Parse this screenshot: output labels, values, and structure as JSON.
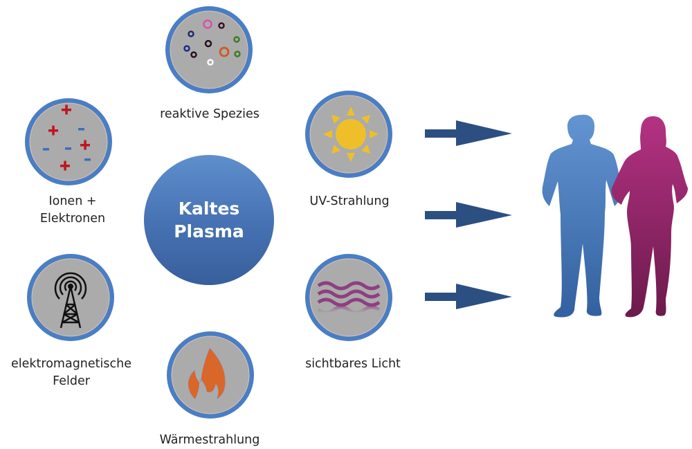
{
  "center": {
    "line1": "Kaltes",
    "line2": "Plasma",
    "color": "#4a76b6"
  },
  "nodes": {
    "reactive_species": {
      "label": "reaktive Spezies"
    },
    "ions_electrons": {
      "line1": "Ionen +",
      "line2": "Elektronen"
    },
    "uv": {
      "label": "UV-Strahlung"
    },
    "em_fields": {
      "line1": "elektromagnetische",
      "line2": "Felder"
    },
    "heat": {
      "label": "Wärmestrahlung"
    },
    "visible_light": {
      "label": "sichtbares Licht"
    }
  },
  "colors": {
    "ring": "#4a7ec4",
    "disc": "#ababab",
    "arrow": "#2c4f82",
    "sun": "#efbf2a",
    "flame": "#d9672a",
    "waves": "#8e3f80",
    "man": "#4f7fbf",
    "woman": "#a2316f",
    "plus": "#c0151e",
    "minus": "#3c6fb8"
  },
  "arrows": {
    "count": 3
  },
  "people": {
    "figures": [
      "man",
      "woman"
    ]
  }
}
